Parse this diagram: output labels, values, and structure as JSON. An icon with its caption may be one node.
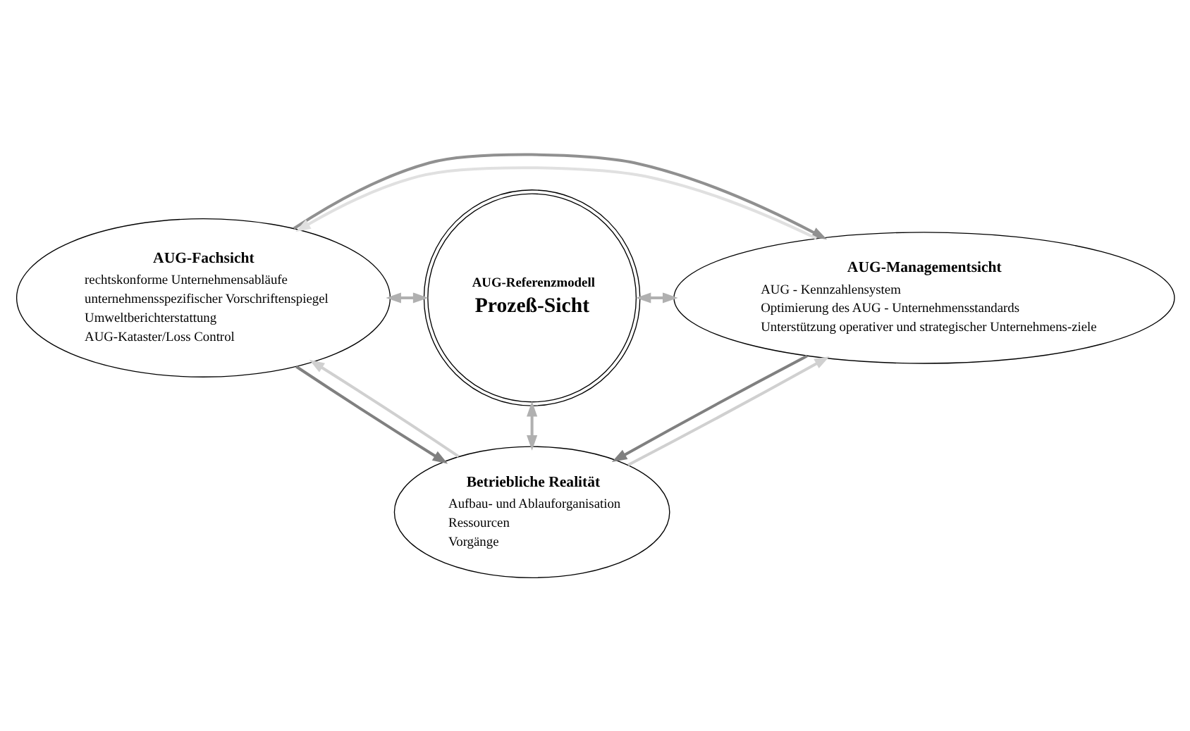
{
  "diagram": {
    "nodes": [
      {
        "text": [
          "AUG-Fachsicht",
          "rechtskonforme Unternehmensabläufe",
          "unternehmensspezifischer Vorschriftenspiegel",
          "Umweltberichterstattung",
          "AUG-Kataster/Loss Control"
        ]
      },
      {
        "text": [
          "AUG-Referenzmodell",
          "Prozeß-Sicht"
        ]
      },
      {
        "text": [
          "AUG-Managementsicht",
          "AUG - Kennzahlensystem",
          "Optimierung des AUG - Unternehmensstandards",
          "Unterstützung operativer und strategischer Unternehmens-ziele"
        ]
      },
      {
        "text": [
          "Betriebliche Realität",
          "Aufbau- und Ablauforganisation",
          "Ressourcen",
          "Vorgänge"
        ]
      }
    ],
    "edges": [
      {
        "from": 2,
        "to": 0,
        "arrow": "to",
        "color": "#e0e0e0"
      },
      {
        "from": 0,
        "to": 2,
        "arrow": "to",
        "color": "#909090"
      },
      {
        "from": 0,
        "to": 1,
        "arrow": "both"
      },
      {
        "from": 1,
        "to": 2,
        "arrow": "both"
      },
      {
        "from": 3,
        "to": 1,
        "arrow": "both"
      },
      {
        "from": 3,
        "to": 0,
        "arrow": "to",
        "color": "#d0d0d0"
      },
      {
        "from": 0,
        "to": 3,
        "arrow": "to",
        "color": "#808080"
      },
      {
        "from": 3,
        "to": 2,
        "arrow": "to",
        "color": "#d0d0d0"
      },
      {
        "from": 2,
        "to": 3,
        "arrow": "to",
        "color": "#808080"
      }
    ]
  }
}
